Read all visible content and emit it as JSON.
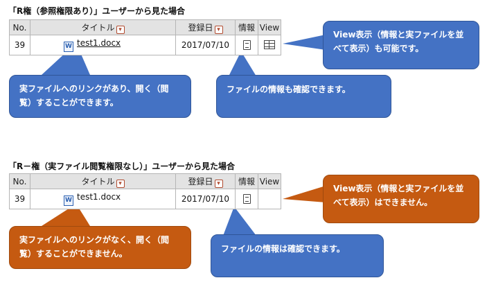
{
  "colors": {
    "blue_callout": "#4472c4",
    "orange_callout": "#c55a11",
    "header_bg": "#e3e3e3"
  },
  "section1": {
    "title": "「R権（参照権限あり）」ユーザーから見た場合",
    "columns": {
      "no": "No.",
      "title": "タイトル",
      "date": "登録日",
      "info": "情報",
      "view": "View"
    },
    "row": {
      "no": "39",
      "file": "test1.docx",
      "date": "2017/07/10",
      "file_icon": "word-icon",
      "info_icon": "document-icon",
      "view_icon": "view-table-icon"
    },
    "callout_view": "View表示（情報と実ファイルを並べて表示）も可能です。",
    "callout_link": "実ファイルへのリンクがあり、開く（閲覧）することができます。",
    "callout_info": "ファイルの情報も確認できます。"
  },
  "section2": {
    "title": "「R－権（実ファイル閲覧権限なし）」ユーザーから見た場合",
    "columns": {
      "no": "No.",
      "title": "タイトル",
      "date": "登録日",
      "info": "情報",
      "view": "View"
    },
    "row": {
      "no": "39",
      "file": "test1.docx",
      "date": "2017/07/10",
      "file_icon": "word-icon",
      "info_icon": "document-icon"
    },
    "callout_view": "View表示（情報と実ファイルを並べて表示）はできません。",
    "callout_link": "実ファイルへのリンクがなく、開く（閲覧）することができません。",
    "callout_info": "ファイルの情報は確認できます。"
  }
}
